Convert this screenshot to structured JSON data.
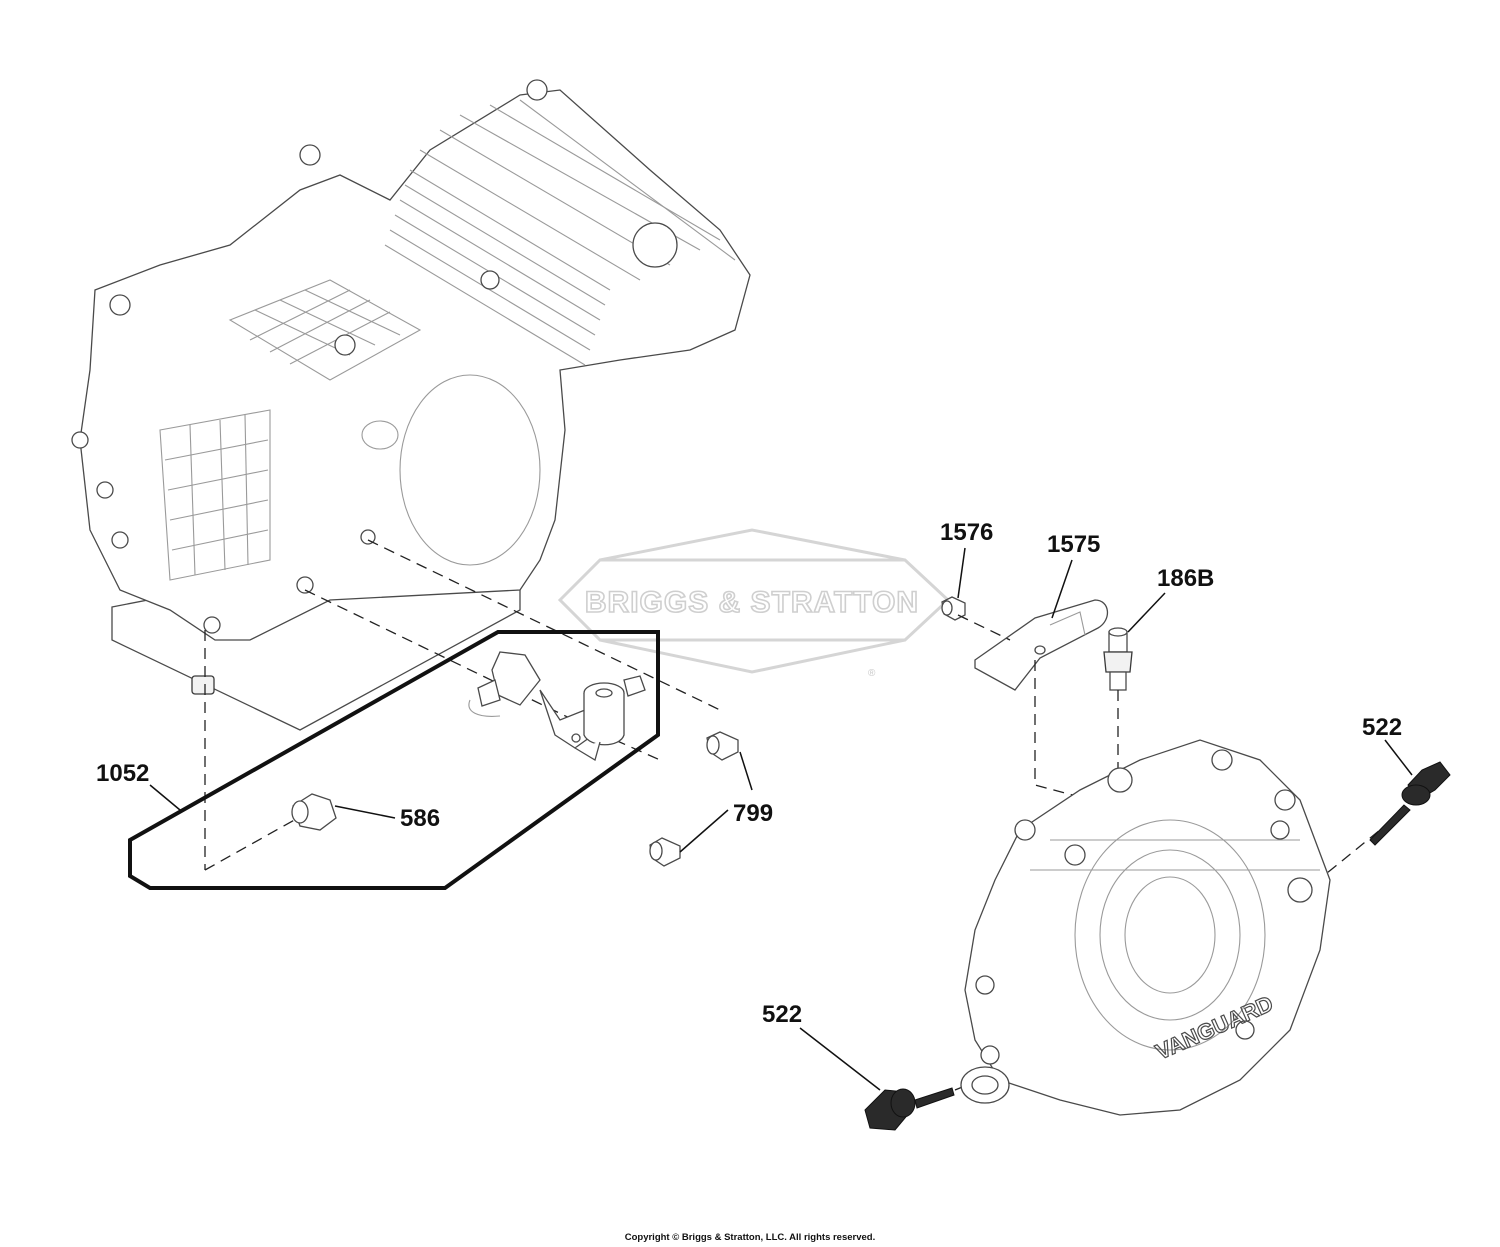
{
  "watermark": {
    "text": "BRIGGS & STRATTON",
    "registered_mark": "®"
  },
  "engine_block": {
    "brand_text": "VANGUARD"
  },
  "callouts": [
    {
      "id": "1052",
      "label": "1052"
    },
    {
      "id": "586",
      "label": "586"
    },
    {
      "id": "799",
      "label": "799"
    },
    {
      "id": "1576",
      "label": "1576"
    },
    {
      "id": "1575",
      "label": "1575"
    },
    {
      "id": "186B",
      "label": "186B"
    },
    {
      "id": "522-top",
      "label": "522"
    },
    {
      "id": "522-bottom",
      "label": "522"
    }
  ],
  "footer": {
    "copyright": "Copyright © Briggs & Stratton, LLC. All rights reserved."
  }
}
